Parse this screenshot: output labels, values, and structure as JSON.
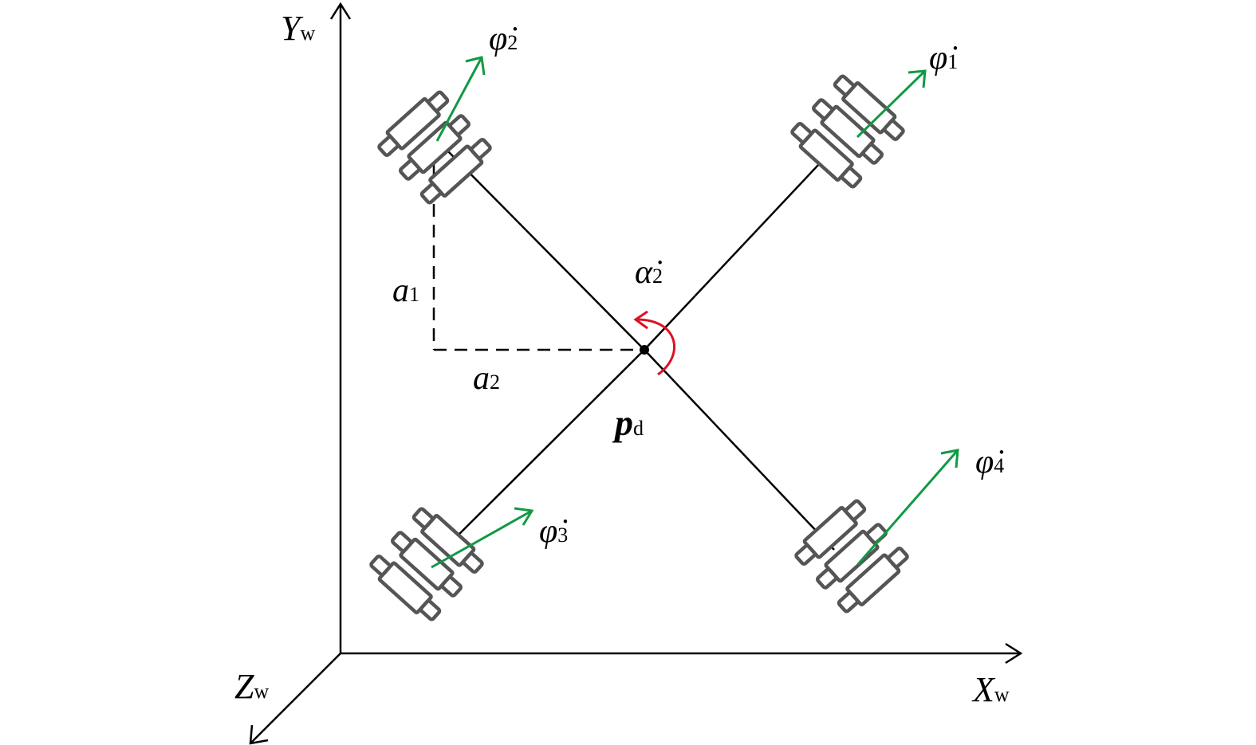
{
  "colors": {
    "wheel_vector": "#119944",
    "rotation": "#dd1122",
    "wheel_body": "#555555",
    "lines": "#000000"
  },
  "axes": {
    "x": {
      "main": "X",
      "sub": "w"
    },
    "y": {
      "main": "Y",
      "sub": "w"
    },
    "z": {
      "main": "Z",
      "sub": "w"
    }
  },
  "wheels": [
    {
      "id": "1",
      "symbol": "φ̇",
      "sub": "1"
    },
    {
      "id": "2",
      "symbol": "φ̇",
      "sub": "2"
    },
    {
      "id": "3",
      "symbol": "φ̇",
      "sub": "3"
    },
    {
      "id": "4",
      "symbol": "φ̇",
      "sub": "4"
    }
  ],
  "center": {
    "main": "p",
    "sub": "d"
  },
  "rotation": {
    "main": "α̇",
    "sub": "2"
  },
  "dimensions": [
    {
      "main": "a",
      "sub": "1"
    },
    {
      "main": "a",
      "sub": "2"
    }
  ],
  "icons": [
    "mecanum-wheel-icon",
    "rotation-arrow-icon",
    "velocity-arrow-icon"
  ]
}
